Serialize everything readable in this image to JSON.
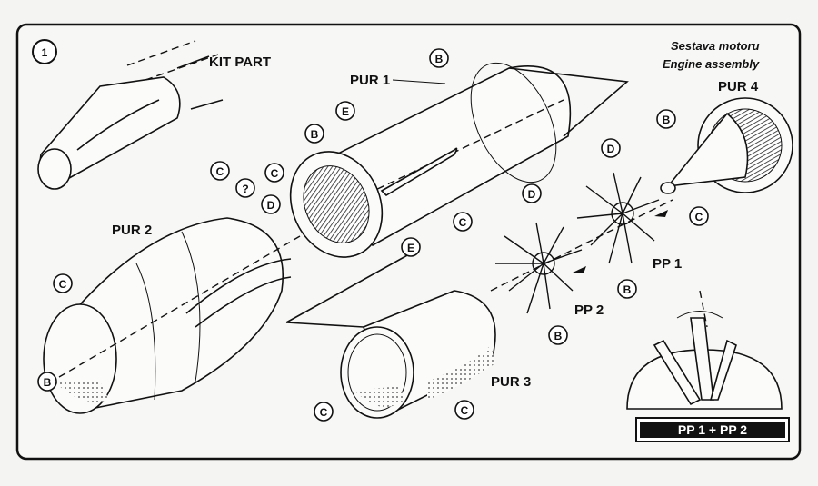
{
  "step_number": "1",
  "title": {
    "cz": "Sestava motoru",
    "en": "Engine assembly"
  },
  "labels": {
    "kit_part": "KIT PART",
    "pur1": "PUR 1",
    "pur2": "PUR 2",
    "pur3": "PUR 3",
    "pur4": "PUR 4",
    "pp1": "PP 1",
    "pp2": "PP 2",
    "pp_combo": "PP 1 + PP 2"
  },
  "callouts": [
    "B",
    "B",
    "E",
    "C",
    "?",
    "C",
    "D",
    "C",
    "E",
    "D",
    "D",
    "B",
    "C",
    "B",
    "B",
    "C",
    "B",
    "C",
    "C"
  ]
}
